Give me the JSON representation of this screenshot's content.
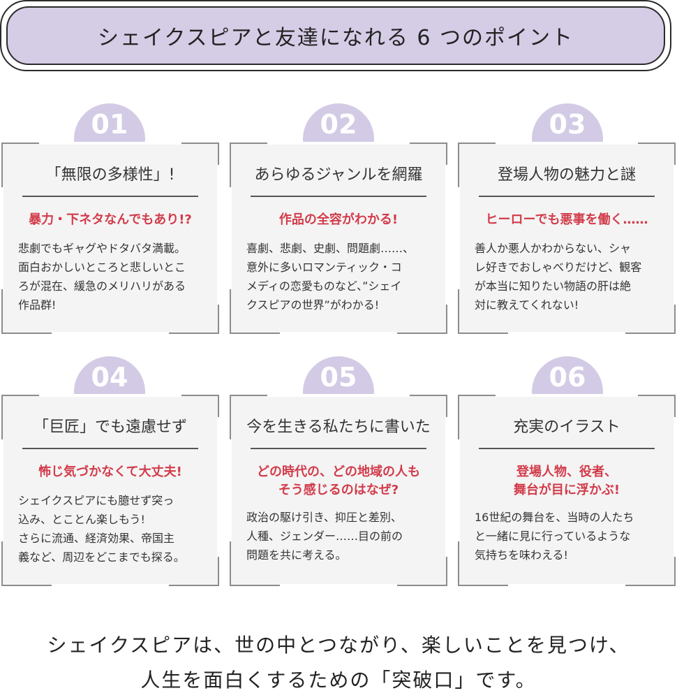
{
  "header": {
    "title": "シェイクスピアと友達になれる 6 つのポイント"
  },
  "points": [
    {
      "number": "01",
      "title": "「無限の多様性」!",
      "subtitle": "暴力・下ネタなんでもあり!?",
      "body": "悲劇でもギャグやドタバタ満載。\n面白おかしいところと悲しいとこ\nろが混在、緩急のメリハリがある\n作品群!"
    },
    {
      "number": "02",
      "title": "あらゆるジャンルを網羅",
      "subtitle": "作品の全容がわかる!",
      "body": "喜劇、悲劇、史劇、問題劇……、\n意外に多いロマンティック・コ\nメディの恋愛ものなど、”シェイ\nクスピアの世界”がわかる!"
    },
    {
      "number": "03",
      "title": "登場人物の魅力と謎",
      "subtitle": "ヒーローでも悪事を働く……",
      "body": "善人か悪人かわからない、シャ\nレ好きでおしゃべりだけど、観客\nが本当に知りたい物語の肝は絶\n対に教えてくれない!"
    },
    {
      "number": "04",
      "title": "「巨匠」でも遠慮せず",
      "subtitle": "怖じ気づかなくて大丈夫!",
      "body": "シェイクスピアにも臆せず突っ\n込み、とことん楽しもう!\nさらに流通、経済効果、帝国主\n義など、周辺をどこまでも探る。"
    },
    {
      "number": "05",
      "title": "今を生きる私たちに書いた",
      "subtitle": "どの時代の、どの地域の人も\nそう感じるのはなぜ?",
      "body": "政治の駆け引き、抑圧と差別、\n人種、ジェンダー……目の前の\n問題を共に考える。"
    },
    {
      "number": "06",
      "title": "充実のイラスト",
      "subtitle": "登場人物、役者、\n舞台が目に浮かぶ!",
      "body": "16世紀の舞台を、当時の人たち\nと一緒に見に行っているような\n気持ちを味わえる!"
    }
  ],
  "footer": {
    "line1": "シェイクスピアは、世の中とつながり、楽しいことを見つけ、",
    "line2": "人生を面白くするための「突破口」です。"
  },
  "colors": {
    "accent_purple": "#d3cbe5",
    "accent_red": "#d23b4a",
    "border": "#8c8c8c"
  }
}
